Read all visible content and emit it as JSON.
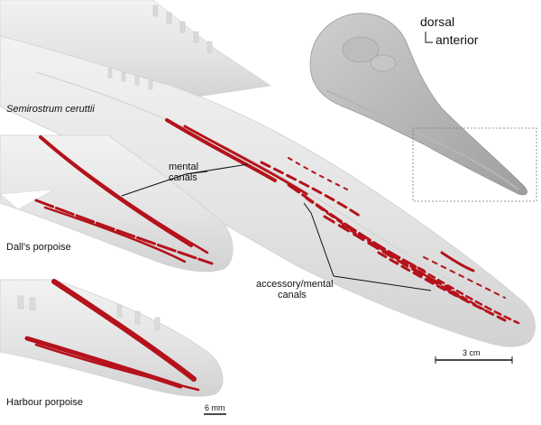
{
  "labels": {
    "species_main": "Semirostrum ceruttii",
    "species_dall": "Dall's porpoise",
    "species_harbour": "Harbour porpoise",
    "orientation_dorsal": "dorsal",
    "orientation_anterior": "anterior",
    "mental_canals_line1": "mental",
    "mental_canals_line2": "canals",
    "accessory_line1": "accessory/mental",
    "accessory_line2": "canals",
    "scale_main": "3 cm",
    "scale_small": "6 mm"
  },
  "colors": {
    "bone": "#e6e6e6",
    "bone_shade": "#cfcfcf",
    "canal_red": "#b5121b",
    "leader_line": "#111111"
  }
}
